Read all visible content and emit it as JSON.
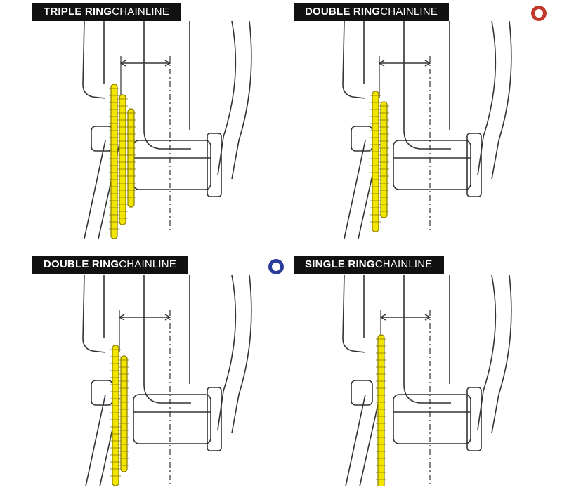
{
  "panels": [
    {
      "bold": "TRIPLE RING",
      "thin": "CHAINLINE",
      "rings": 3
    },
    {
      "bold": "DOUBLE RING",
      "thin": "CHAINLINE",
      "rings": 2
    },
    {
      "bold": "DOUBLE RING",
      "thin": "CHAINLINE",
      "rings": 2
    },
    {
      "bold": "SINGLE RING",
      "thin": "CHAINLINE",
      "rings": 1
    }
  ],
  "markers": {
    "red": {
      "color": "#c0392b"
    },
    "blue": {
      "color": "#2a3d9c"
    }
  },
  "colors": {
    "chainring": "#f2e600",
    "chainring_stroke": "#8a7a00",
    "line": "#333333"
  }
}
